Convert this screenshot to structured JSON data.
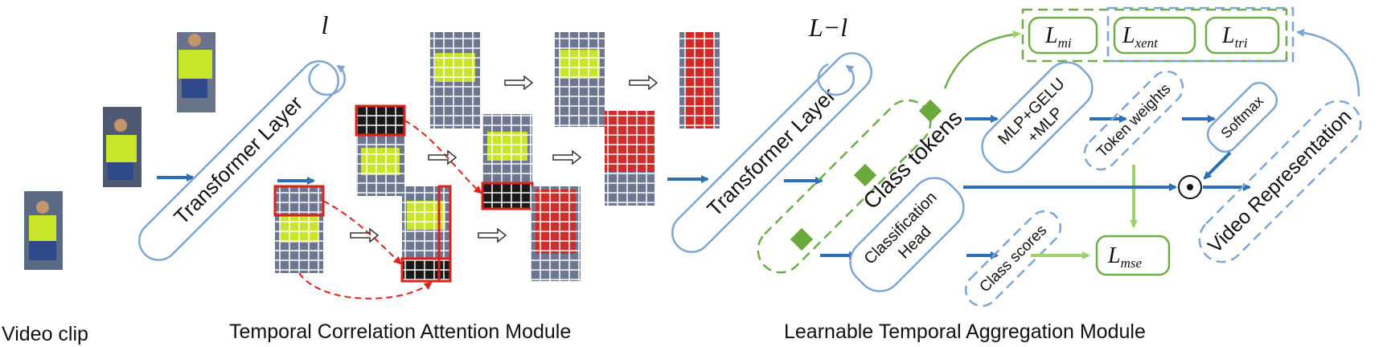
{
  "captions": {
    "video_clip": "Video clip",
    "tcam": "Temporal Correlation Attention Module",
    "ltam": "Learnable Temporal Aggregation Module"
  },
  "transformer_1": {
    "label": "Transformer Layer",
    "repeat": "l"
  },
  "transformer_2": {
    "label": "Transformer Layer",
    "repeat": "L−l"
  },
  "class_tokens": "Class tokens",
  "mlp": {
    "line1": "MLP+GELU",
    "line2": "+MLP"
  },
  "token_weights": "Token weights",
  "softmax": "Softmax",
  "classification_head": {
    "line1": "Classification",
    "line2": "Head"
  },
  "class_scores": "Class scores",
  "video_representation": "Video Representation",
  "losses": {
    "mi": {
      "main": "L",
      "sub": "mi"
    },
    "xent": {
      "main": "L",
      "sub": "xent"
    },
    "tri": {
      "main": "L",
      "sub": "tri"
    },
    "mse": {
      "main": "L",
      "sub": "mse"
    }
  },
  "colors": {
    "blue": "#2e6fb4",
    "light_blue": "#7ea6d3",
    "green": "#70ad47",
    "light_green": "#9bd46a",
    "red": "#e0201b",
    "token_green": "#6aaa3a"
  }
}
